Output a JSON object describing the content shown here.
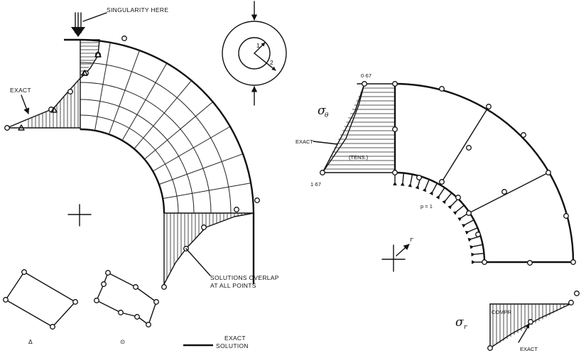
{
  "left_figure": {
    "singularity_label": "SINGULARITY HERE",
    "exact_label": "EXACT",
    "overlap_label_line1": "SOLUTIONS OVERLAP",
    "overlap_label_line2": "AT ALL POINTS",
    "inset_radius_inner": "1",
    "inset_radius_outer": "2",
    "element_a_symbol": "Δ",
    "element_b_symbol": "⊙",
    "legend_line1": "EXACT",
    "legend_line2": "SOLUTION"
  },
  "right_figure": {
    "sigma_theta_symbol": "σ",
    "sigma_theta_sub": "θ",
    "value_top": "0·67",
    "value_bottom": "1·67",
    "exact_label": "EXACT",
    "tension_label": "(TENS.)",
    "pressure_label": "p = 1",
    "radial_axis_label": "r",
    "sigma_r_symbol": "σ",
    "sigma_r_sub": "r",
    "compression_label": "COMPR",
    "exact_bottom_label": "EXACT"
  }
}
